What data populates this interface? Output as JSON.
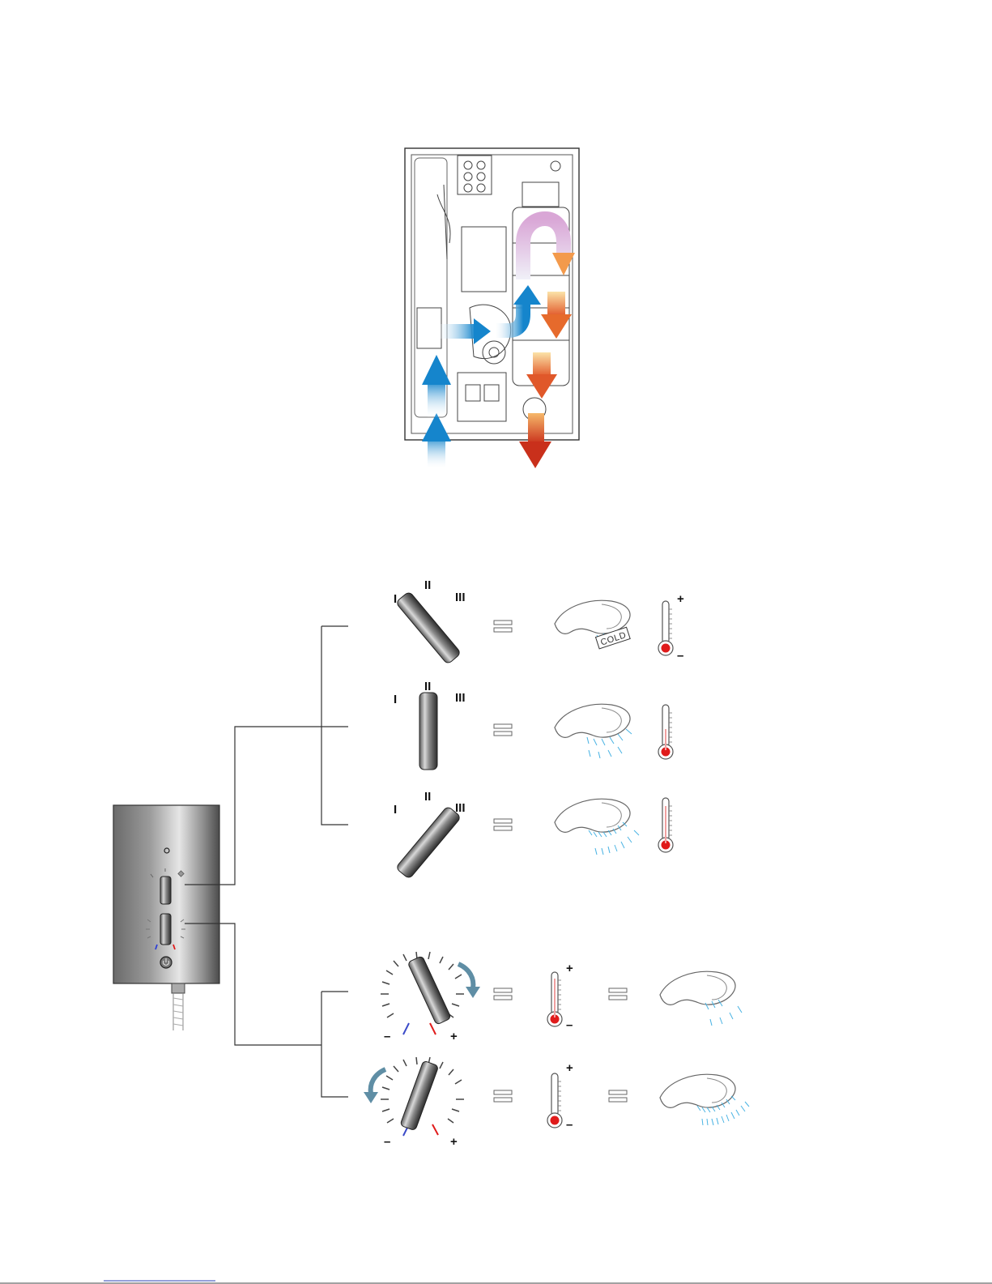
{
  "heater_diagram": {
    "flow_colors": {
      "cold": "#1f8fd0",
      "hot_top": "#f9d48a",
      "hot_bottom": "#d8461f",
      "transition": "#d9a6d6"
    }
  },
  "selector": {
    "mode_marks": [
      "I",
      "II",
      "III"
    ],
    "equals": "=",
    "rows": [
      {
        "id": "cold",
        "label": "COLD",
        "thermo_plus": "+",
        "thermo_minus": "–",
        "thermo_level": 0.0
      },
      {
        "id": "warm",
        "thermo_level": 0.35
      },
      {
        "id": "hot",
        "thermo_level": 0.75
      }
    ]
  },
  "temperature_knob": {
    "minus": "–",
    "plus": "+",
    "rows": [
      {
        "id": "turn-right",
        "thermo_plus": "+",
        "thermo_minus": "–",
        "thermo_level": 0.8
      },
      {
        "id": "turn-left",
        "thermo_plus": "+",
        "thermo_minus": "–",
        "thermo_level": 0.15
      }
    ]
  }
}
